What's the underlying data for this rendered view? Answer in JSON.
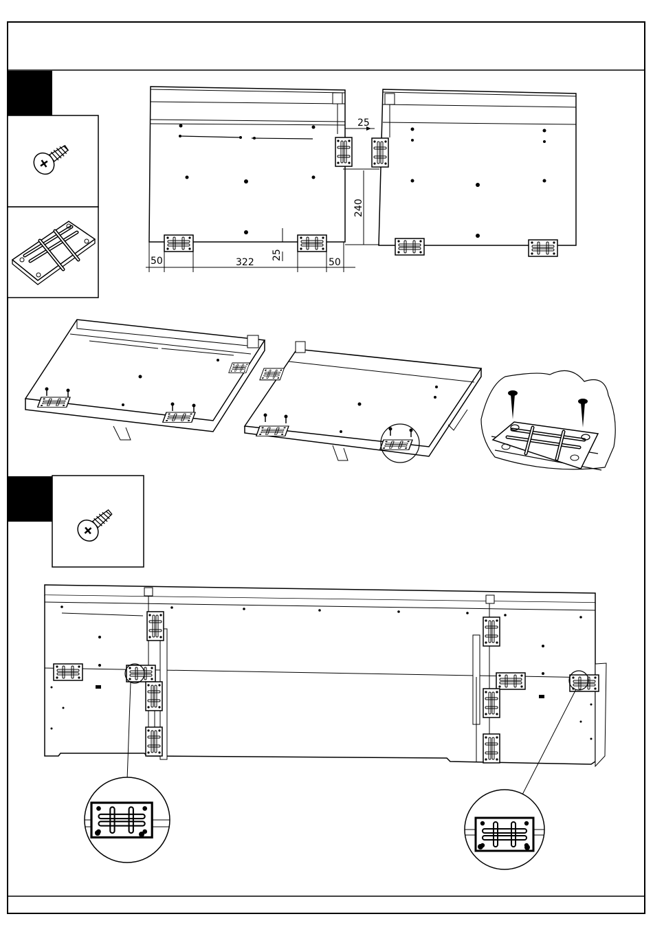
{
  "colors": {
    "ink": "#000000",
    "paper": "#ffffff"
  },
  "steps": [
    {
      "parts": [
        "screw-icon",
        "connector-plate-icon"
      ]
    },
    {
      "parts": [
        "screw-icon"
      ]
    }
  ],
  "dimensions": {
    "offset_top": "25",
    "vertical_spacing": "240",
    "edge_left": "50",
    "spacing": "322",
    "offset_bottom": "25",
    "edge_right": "50"
  }
}
